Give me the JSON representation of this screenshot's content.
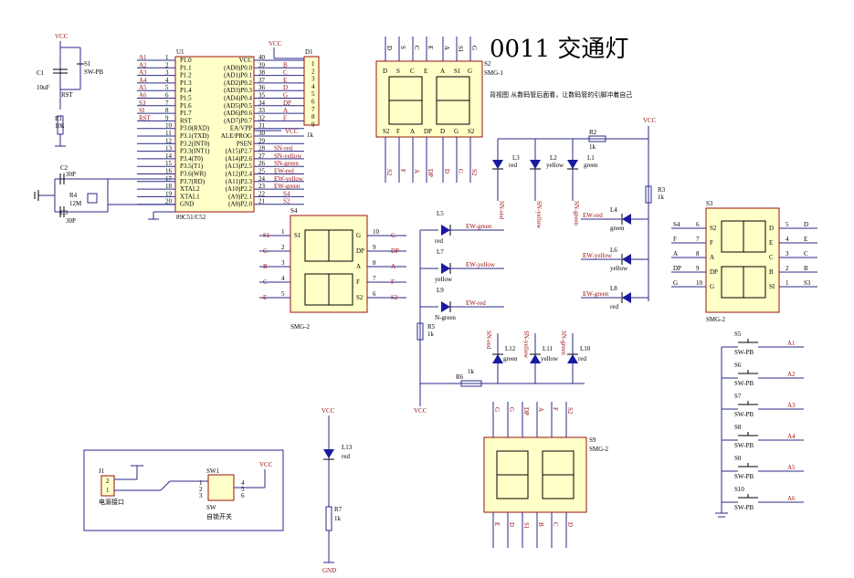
{
  "title": "0011  交通灯",
  "note": "背视图  从数码管后面看，让数码管的引脚冲着自己",
  "mcu": {
    "ref": "U1",
    "part": "89C51/C52",
    "left": [
      {
        "num": "1",
        "label": "P1.0",
        "net": "A1"
      },
      {
        "num": "2",
        "label": "P1.1",
        "net": "A2"
      },
      {
        "num": "3",
        "label": "P1.2",
        "net": "A3"
      },
      {
        "num": "4",
        "label": "P1.3",
        "net": "A4"
      },
      {
        "num": "5",
        "label": "P1.4",
        "net": "A5"
      },
      {
        "num": "6",
        "label": "P1.5",
        "net": "A6"
      },
      {
        "num": "7",
        "label": "P1.6",
        "net": "S3"
      },
      {
        "num": "8",
        "label": "P1.7",
        "net": "SI"
      },
      {
        "num": "9",
        "label": "RST",
        "net": "RST"
      },
      {
        "num": "10",
        "label": "P3.0(RXD)",
        "net": ""
      },
      {
        "num": "11",
        "label": "P3.1(TXD)",
        "net": ""
      },
      {
        "num": "12",
        "label": "P3.2(INT0)",
        "net": ""
      },
      {
        "num": "13",
        "label": "P3.3(INT1)",
        "net": ""
      },
      {
        "num": "14",
        "label": "P3.4(T0)",
        "net": ""
      },
      {
        "num": "15",
        "label": "P3.5(T1)",
        "net": ""
      },
      {
        "num": "16",
        "label": "P3.6(WR)",
        "net": ""
      },
      {
        "num": "17",
        "label": "P3.7(RD)",
        "net": ""
      },
      {
        "num": "18",
        "label": "XTAL2",
        "net": ""
      },
      {
        "num": "19",
        "label": "XTAL1",
        "net": ""
      },
      {
        "num": "20",
        "label": "GND",
        "net": ""
      }
    ],
    "right": [
      {
        "num": "40",
        "label": "VCC",
        "net": ""
      },
      {
        "num": "39",
        "label": "(AD0)P0.0",
        "net": "B"
      },
      {
        "num": "38",
        "label": "(AD1)P0.1",
        "net": "C"
      },
      {
        "num": "37",
        "label": "(AD2)P0.2",
        "net": "E"
      },
      {
        "num": "36",
        "label": "(AD3)P0.3",
        "net": "D"
      },
      {
        "num": "35",
        "label": "(AD4)P0.4",
        "net": "G"
      },
      {
        "num": "34",
        "label": "(AD5)P0.5",
        "net": "DP"
      },
      {
        "num": "33",
        "label": "(AD6)P0.6",
        "net": "A"
      },
      {
        "num": "32",
        "label": "(AD7)P0.7",
        "net": "F"
      },
      {
        "num": "31",
        "label": "EA/VPP",
        "net": ""
      },
      {
        "num": "30",
        "label": "ALE/PROG",
        "net": ""
      },
      {
        "num": "29",
        "label": "PSEN",
        "net": ""
      },
      {
        "num": "28",
        "label": "(A15)P2.7",
        "net": "SN-red"
      },
      {
        "num": "27",
        "label": "(A14)P2.6",
        "net": "SN-yellow"
      },
      {
        "num": "26",
        "label": "(A13)P2.5",
        "net": "SN-green"
      },
      {
        "num": "25",
        "label": "(A12)P2.4",
        "net": "EW-red"
      },
      {
        "num": "24",
        "label": "(A11)P2.3",
        "net": "EW-yellow"
      },
      {
        "num": "23",
        "label": "(A10)P2.2",
        "net": "EW-green"
      },
      {
        "num": "22",
        "label": "(A9)P2.1",
        "net": "S4"
      },
      {
        "num": "21",
        "label": "(A8)P2.0",
        "net": "S2"
      }
    ]
  },
  "d1": {
    "ref": "D1",
    "value": "1k",
    "pins": [
      "1",
      "2",
      "3",
      "4",
      "5",
      "6",
      "7",
      "8",
      "9"
    ]
  },
  "vcc": "VCC",
  "gnd": "GND",
  "reset": {
    "c1": "C1",
    "c1v": "10uF",
    "s1": "S1",
    "s1v": "SW-PB",
    "rst": "RST",
    "r1": "R1",
    "r1v": "10k"
  },
  "osc": {
    "c2": "C2",
    "c2v": "30P",
    "c3": "C3",
    "c3v": "30P",
    "r4": "R4",
    "y": "12M"
  },
  "smg1": {
    "ref": "S2",
    "part": "SMG-1",
    "top": [
      "D",
      "S",
      "C",
      "E",
      "A",
      "S1",
      "G"
    ],
    "bot": [
      "S2",
      "F",
      "A",
      "DP",
      "D",
      "G",
      "S2"
    ]
  },
  "smg_s4": {
    "ref": "S4",
    "part": "SMG-2",
    "lpins": [
      "1",
      "2",
      "3",
      "4",
      "5"
    ],
    "rpins": [
      "10",
      "9",
      "8",
      "7",
      "6"
    ],
    "lnets": [
      "S1",
      "G",
      "B",
      "C",
      "E"
    ],
    "rnets": [
      "G",
      "DP",
      "A",
      "F",
      "S2"
    ],
    "inl": [
      "S1",
      "",
      "",
      "",
      ""
    ],
    "inr": [
      "G",
      "DP",
      "A",
      "F",
      "S2"
    ]
  },
  "smg_s3": {
    "ref": "S3",
    "part": "SMG-2",
    "lpins": [
      "6",
      "7",
      "8",
      "9",
      "10"
    ],
    "rpins": [
      "5",
      "4",
      "3",
      "2",
      "1"
    ],
    "lnets": [
      "S4",
      "F",
      "A",
      "DP",
      "G"
    ],
    "rnets": [
      "D",
      "E",
      "C",
      "B",
      "S3"
    ],
    "inl": [
      "S2",
      "F",
      "A",
      "DP",
      "G"
    ],
    "inr": [
      "D",
      "E",
      "C",
      "B",
      "SI"
    ]
  },
  "smg_s9": {
    "ref": "S9",
    "part": "SMG-2",
    "top": [
      "G",
      "G",
      "DP",
      "A",
      "F",
      "S2"
    ],
    "bot": [
      "E",
      "D",
      "S1",
      "B",
      "C",
      "D"
    ]
  },
  "leds": {
    "ns_top": [
      {
        "ref": "L3",
        "color": "red",
        "net": "SN-red"
      },
      {
        "ref": "L2",
        "color": "yellow",
        "net": "SN-yellow"
      },
      {
        "ref": "L1",
        "color": "green",
        "net": "SN-green"
      }
    ],
    "we_left": [
      {
        "ref": "L5",
        "color": "red",
        "net": "EW-green"
      },
      {
        "ref": "L7",
        "color": "yellow",
        "net": "EW-yellow"
      },
      {
        "ref": "L9",
        "color": "N-green",
        "net": "EW-red"
      }
    ],
    "ew_right": [
      {
        "ref": "L4",
        "color": "green",
        "net": "EW-red"
      },
      {
        "ref": "L6",
        "color": "yellow",
        "net": "EW-yellow"
      },
      {
        "ref": "L8",
        "color": "red",
        "net": "EW-green"
      }
    ],
    "sn_bot": [
      {
        "ref": "L12",
        "color": "green",
        "net": "SN-red"
      },
      {
        "ref": "L11",
        "color": "yellow",
        "net": "SN-yellow"
      },
      {
        "ref": "L10",
        "color": "red",
        "net": "SN-green"
      }
    ],
    "l13": {
      "ref": "L13",
      "color": "red"
    }
  },
  "resistors": {
    "r2": "R2",
    "r2v": "1k",
    "r3": "R3",
    "r3v": "1k",
    "r5": "R5",
    "r5v": "1k",
    "r6": "R6",
    "r6v": "1k",
    "r7": "R7",
    "r7v": "1k"
  },
  "power": {
    "j1": "J1",
    "j1label": "电源接口",
    "sw1": "SW1",
    "swlabel": "SW",
    "swcn": "自锁开关",
    "pins": [
      "1",
      "2",
      "3",
      "4",
      "5",
      "6"
    ]
  },
  "switches": [
    {
      "ref": "S5",
      "val": "SW-PB",
      "net": "A1"
    },
    {
      "ref": "S6",
      "val": "SW-PB",
      "net": "A2"
    },
    {
      "ref": "S7",
      "val": "SW-PB",
      "net": "A3"
    },
    {
      "ref": "S8",
      "val": "SW-PB",
      "net": "A4"
    },
    {
      "ref": "S0",
      "val": "SW-PB",
      "net": "A5"
    },
    {
      "ref": "S10",
      "val": "SW-PB",
      "net": "A6"
    }
  ]
}
